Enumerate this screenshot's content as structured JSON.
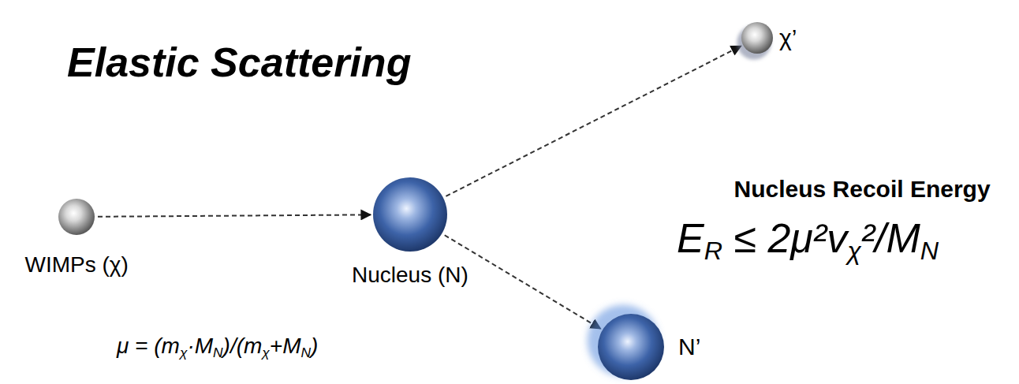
{
  "diagram": {
    "title": "Elastic Scattering",
    "nodes": [
      {
        "text": [
          "WIMPs (χ)"
        ]
      },
      {
        "text": [
          "Nucleus (N)"
        ]
      },
      {
        "text": [
          "χ’"
        ]
      },
      {
        "text": [
          "N’"
        ]
      }
    ],
    "edges": [
      {
        "from": 0,
        "to": 1,
        "arrow": "to"
      },
      {
        "from": 1,
        "to": 2,
        "arrow": "to"
      },
      {
        "from": 1,
        "to": 3,
        "arrow": "to"
      }
    ],
    "labels": [
      "Nucleus Recoil Energy",
      "ER ≤ 2μ²vχ²/MN",
      "μ = (mχ·MN)/(mχ+MN)"
    ]
  }
}
